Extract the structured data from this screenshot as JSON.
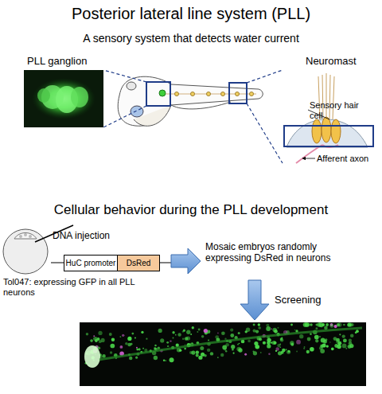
{
  "diagram": {
    "title": "Posterior lateral line system (PLL)",
    "nodes": [
      {
        "text": [
          "HuC promoter"
        ]
      },
      {
        "text": [
          "DsRed"
        ]
      }
    ],
    "labels": [
      "A sensory system that detects water current",
      "PLL ganglion",
      "Neuromast",
      "Sensory hair cell",
      "Afferent axon",
      "Cellular behavior during the PLL development",
      "DNA injection",
      "Tol047: expressing GFP in all PLL neurons",
      "Mosaic embryos randomly expressing DsRed in neurons",
      "Screening"
    ]
  }
}
